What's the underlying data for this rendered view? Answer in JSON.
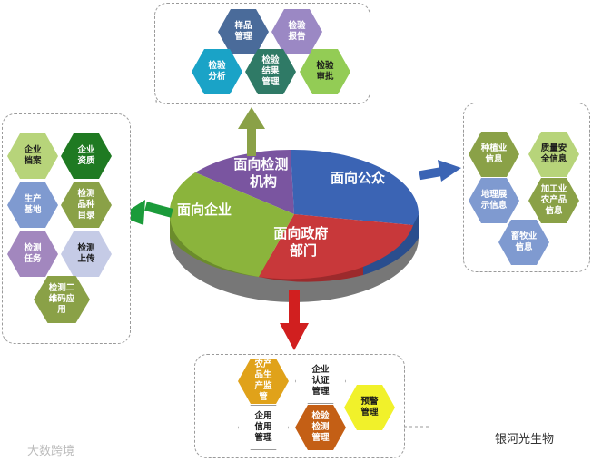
{
  "center": {
    "jiance": "面向检测\n机构",
    "gongzhong": "面向公众",
    "qiye": "面向企业",
    "zhengfu": "面向政府\n部门"
  },
  "top": {
    "items": [
      "样品\n管理",
      "检验\n报告",
      "检验\n分析",
      "检验\n结果\n管理",
      "检验\n审批"
    ],
    "colors": [
      "#4a6b9a",
      "#9b88c4",
      "#1aa3c7",
      "#2f7a66",
      "#93cc55"
    ]
  },
  "left": {
    "items": [
      "企业\n档案",
      "企业\n资质",
      "生产\n基地",
      "检测\n品种\n目录",
      "检测\n任务",
      "检测\n上传",
      "检测二\n维码应\n用"
    ],
    "colors": [
      "#b7d47a",
      "#1f7a22",
      "#7f9ad0",
      "#8aa147",
      "#a287be",
      "#c5cbe6",
      "#8aa147"
    ]
  },
  "right": {
    "items": [
      "种植业\n信息",
      "质量安\n全信息",
      "地理展\n示信息",
      "加工业\n农产品\n信息",
      "畜牧业\n信息"
    ],
    "colors": [
      "#8aa147",
      "#b7d47a",
      "#7f9ad0",
      "#8aa147",
      "#7f9ad0"
    ]
  },
  "bottom": {
    "items": [
      "农产\n品生\n产监\n管",
      "企业\n认证\n管理",
      "预警\n管理",
      "企用\n信用\n管理",
      "检验\n检测\n管理"
    ],
    "colors": [
      "#e0a21a",
      "#ffffff",
      "#f1f12a",
      "#ffffff",
      "#c45f15"
    ]
  },
  "watermark_left": "大数跨境",
  "watermark_right": "银河光生物",
  "colors": {
    "jiance": "#7a55a0",
    "gongzhong": "#3b64b4",
    "qiye": "#8bb43c",
    "zhengfu": "#c8383a"
  }
}
